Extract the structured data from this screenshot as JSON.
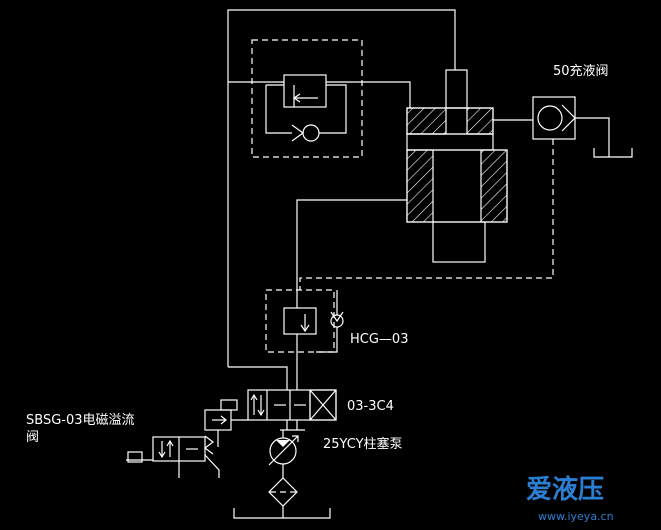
{
  "labels": {
    "fill_valve": "50充液阀",
    "hcg": "HCG—03",
    "directional_valve": "03-3C4",
    "pump": "25YCY柱塞泵",
    "relief_valve_line1": "SBSG-03电磁溢流",
    "relief_valve_line2": "阀"
  },
  "watermark": {
    "brand": "爱液压",
    "url": "www.iyeya.cn"
  },
  "colors": {
    "background": "#000000",
    "line": "#ffffff",
    "watermark": "#2a7fd4"
  }
}
